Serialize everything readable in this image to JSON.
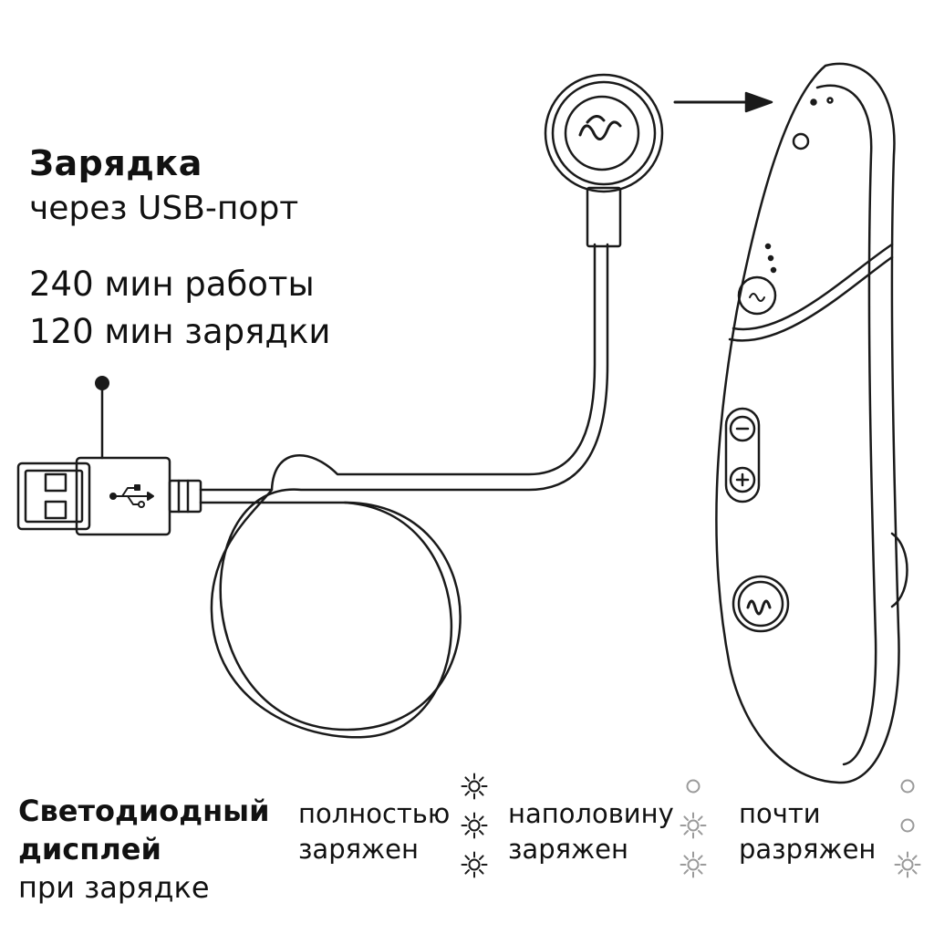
{
  "charging": {
    "title": "Зарядка",
    "subtitle": "через USB-порт",
    "runtime": "240 мин работы",
    "charge_time": "120 мин зарядки"
  },
  "led_display": {
    "heading_line1": "Светодиодный",
    "heading_line2": "дисплей",
    "heading_line3": "при зарядке",
    "states": [
      {
        "line1": "полностью",
        "line2": "заряжен",
        "leds": [
          "on",
          "on",
          "on"
        ]
      },
      {
        "line1": "наполовину",
        "line2": "заряжен",
        "leds": [
          "off",
          "on",
          "on"
        ]
      },
      {
        "line1": "почти",
        "line2": "разряжен",
        "leds": [
          "off",
          "off",
          "on"
        ]
      }
    ]
  },
  "colors": {
    "line": "#1a1a1a",
    "led_on": "#1a1a1a",
    "led_dim": "#9a9a9a"
  }
}
